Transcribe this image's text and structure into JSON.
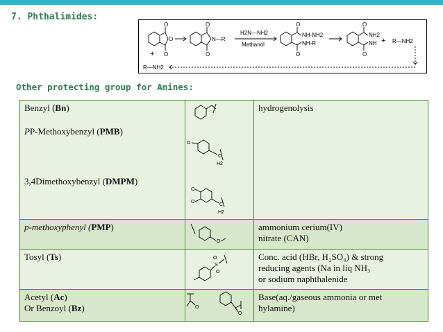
{
  "title": "7. Phthalimides:",
  "reaction": {
    "reagent_top": "H2N—NH2",
    "reagent_bottom": "Methanol",
    "plus1": "+",
    "plus2": "+",
    "amine_product": "R—NH2",
    "amine_return": "R—NH2",
    "n_r": "N—R",
    "nh_nh2": "NH-NH2",
    "nh_r": "NH-R",
    "nh2": "NH2",
    "nh": "NH",
    "o": "O"
  },
  "subtitle": "Other protecting group for Amines:",
  "table": {
    "rows": [
      {
        "groups": [
          {
            "pre": "Benzyl (",
            "abbr": "Bn",
            "post": ")"
          },
          {
            "pre": "P-Methoxybenzyl (",
            "abbr": "PMB",
            "post": ")"
          },
          {
            "pre": "3,4Dimethoxybenzyl (",
            "abbr": "DMPM",
            "post": ")"
          }
        ],
        "removal": "hydrogenolysis"
      },
      {
        "groups": [
          {
            "pre": "p-methoxyphenyl (",
            "abbr": "PMP",
            "post": ")"
          }
        ],
        "removal_lines": [
          "ammonium cerium(IV)",
          "nitrate (CAN)"
        ]
      },
      {
        "groups": [
          {
            "pre": "Tosyl (",
            "abbr": "Ts",
            "post": ")"
          }
        ],
        "removal_lines": [
          "Conc. acid (HBr, H₂SO₄) & strong",
          "reducing agents (Na in liq NH₃",
          "or sodium naphthalenide"
        ]
      },
      {
        "groups": [
          {
            "pre": "Acetyl (",
            "abbr": "Ac",
            "post": ")"
          },
          {
            "pre": "Or Benzoyl (",
            "abbr": "Bz",
            "post": ")"
          }
        ],
        "removal_lines": [
          "Base(aq./gaseous ammonia or met",
          "hylamine)"
        ]
      }
    ]
  },
  "labels": {
    "o": "O",
    "c": "C",
    "h2": "H2",
    "s": "S"
  },
  "colors": {
    "heading": "#2e7d4e",
    "topbar": "#35b3c9",
    "row_light": "#e9f1e2",
    "row_dark": "#d8e6cb",
    "border": "#4b8a2e"
  }
}
